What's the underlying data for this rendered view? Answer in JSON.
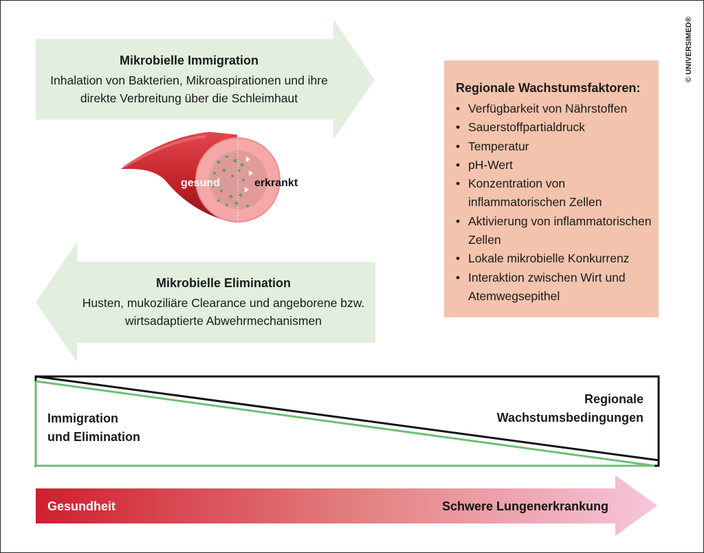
{
  "immigration": {
    "title": "Mikrobielle Immigration",
    "body": "Inhalation von Bakterien, Mikroaspirationen und ihre direkte Verbreitung über die Schleimhaut"
  },
  "elimination": {
    "title": "Mikrobielle Elimination",
    "body": "Husten, mukoziliäre Clearance und angeborene bzw. wirtsadaptierte Abwehrmechanismen"
  },
  "airway": {
    "label_healthy": "gesund",
    "label_diseased": "erkrankt"
  },
  "factors": {
    "title": "Regionale Wachstumsfaktoren:",
    "items": [
      "Verfügbarkeit von Nährstoffen",
      "Sauerstoffpartialdruck",
      "Temperatur",
      "pH-Wert",
      "Konzentration von inflammatorischen Zellen",
      "Aktivierung von inflammatorischen Zellen",
      "Lokale mikrobielle Konkurrenz",
      "Interaktion zwischen Wirt und Atemwegsepithel"
    ]
  },
  "balance": {
    "left_label_1": "Immigration",
    "left_label_2": "und Elimination",
    "right_label_1": "Regionale",
    "right_label_2": "Wachstumsbedingungen"
  },
  "progression": {
    "start_label": "Gesundheit",
    "end_label": "Schwere Lungenerkrankung"
  },
  "copyright": "© UNIVERSIMED®",
  "colors": {
    "arrow_green": "#e2efdf",
    "factors_box": "#f4c3ad",
    "balance_green_line": "#6cbf73",
    "gradient_start": "#cf1f2e",
    "gradient_end": "#f7c6dc",
    "airway_red": "#c4262d",
    "airway_pink": "#f6a7a7"
  }
}
